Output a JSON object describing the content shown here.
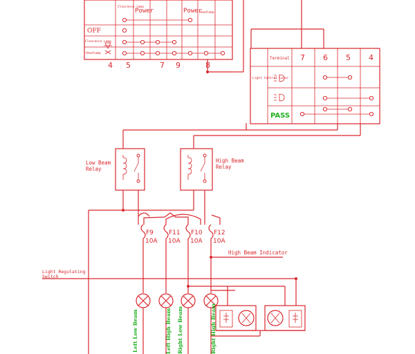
{
  "light_switch": {
    "header_clearance": "Clearance lamp",
    "header_power_1": "Power",
    "header_power_2": "Power",
    "header_headlamp": "Headlamp",
    "row_off": "OFF",
    "row_clearance": "Clearance Lamp",
    "row_headlamp": "Headlamp",
    "terminal_4": "4",
    "terminal_5": "5",
    "terminal_7": "7",
    "terminal_9": "9",
    "terminal_8": "8"
  },
  "light_control_lever": {
    "side_label": "Light Control Lever",
    "terminal_header": "Terminal",
    "terminal_7": "7",
    "terminal_6": "6",
    "terminal_5": "5",
    "terminal_4": "4",
    "row_pass": "PASS"
  },
  "relays": {
    "low_beam_line1": "Low Beam",
    "low_beam_line2": "Relay",
    "high_beam_line1": "High Beam",
    "high_beam_line2": "Relay"
  },
  "fuses": [
    {
      "name": "F9",
      "rating": "10A"
    },
    {
      "name": "F11",
      "rating": "10A"
    },
    {
      "name": "F10",
      "rating": "10A"
    },
    {
      "name": "F12",
      "rating": "10A"
    }
  ],
  "labels": {
    "high_beam_indicator": "High Beam Indicator",
    "light_regulating_line1": "Light Regulating",
    "light_regulating_line2": "Switch"
  },
  "lamps": {
    "left_low_beam": "Left Low Beam",
    "left_high_beam": "Left High Beam",
    "right_low_beam": "Right Low Beam",
    "right_high_beam": "Right High Beam"
  },
  "colors": {
    "wire": "#d9262c",
    "lamp_label": "#20b020"
  }
}
